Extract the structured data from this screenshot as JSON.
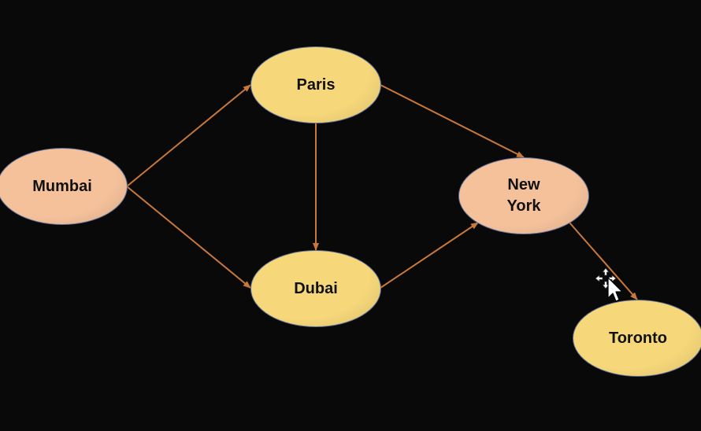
{
  "diagram": {
    "type": "directed-graph",
    "nodes": [
      {
        "id": "mumbai",
        "label": "Mumbai",
        "fill": "#f4c19b"
      },
      {
        "id": "paris",
        "label": "Paris",
        "fill": "#f6d77a"
      },
      {
        "id": "dubai",
        "label": "Dubai",
        "fill": "#f6d77a"
      },
      {
        "id": "newyork",
        "label": "New\nYork",
        "fill": "#f4c19b"
      },
      {
        "id": "toronto",
        "label": "Toronto",
        "fill": "#f6d77a"
      }
    ],
    "edges": [
      {
        "from": "mumbai",
        "to": "paris"
      },
      {
        "from": "mumbai",
        "to": "dubai"
      },
      {
        "from": "paris",
        "to": "dubai"
      },
      {
        "from": "paris",
        "to": "newyork"
      },
      {
        "from": "dubai",
        "to": "newyork"
      },
      {
        "from": "newyork",
        "to": "toronto"
      }
    ],
    "colors": {
      "background": "#0a0909",
      "edge": "#c8783a",
      "node_border": "#5b6f9a"
    }
  },
  "cursor": {
    "icon": "move-cursor-icon"
  }
}
